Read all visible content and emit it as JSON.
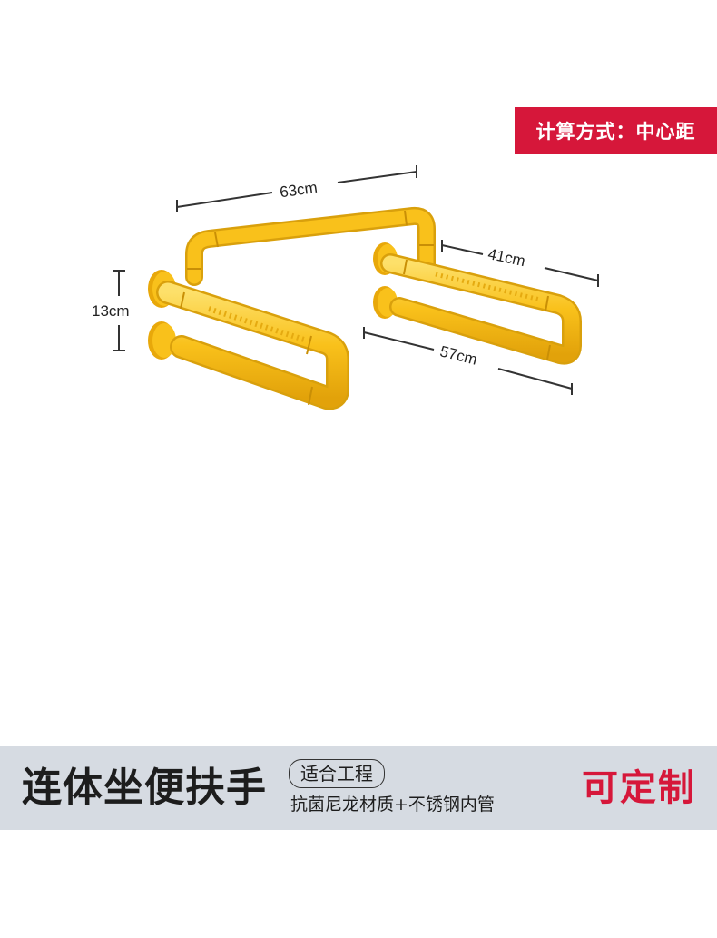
{
  "badge": {
    "text": "计算方式：中心距",
    "color": "#d6173a"
  },
  "dimensions": {
    "top": "63cm",
    "right_upper": "41cm",
    "right_lower": "57cm",
    "left": "13cm"
  },
  "banner": {
    "title": "连体坐便扶手",
    "tag": "适合工程",
    "subtitle": "抗菌尼龙材质+不锈钢内管",
    "custom": "可定制"
  },
  "colors": {
    "rail": "#f9c11b",
    "accent": "#d6173a",
    "banner_bg": "#d6dbe2"
  }
}
